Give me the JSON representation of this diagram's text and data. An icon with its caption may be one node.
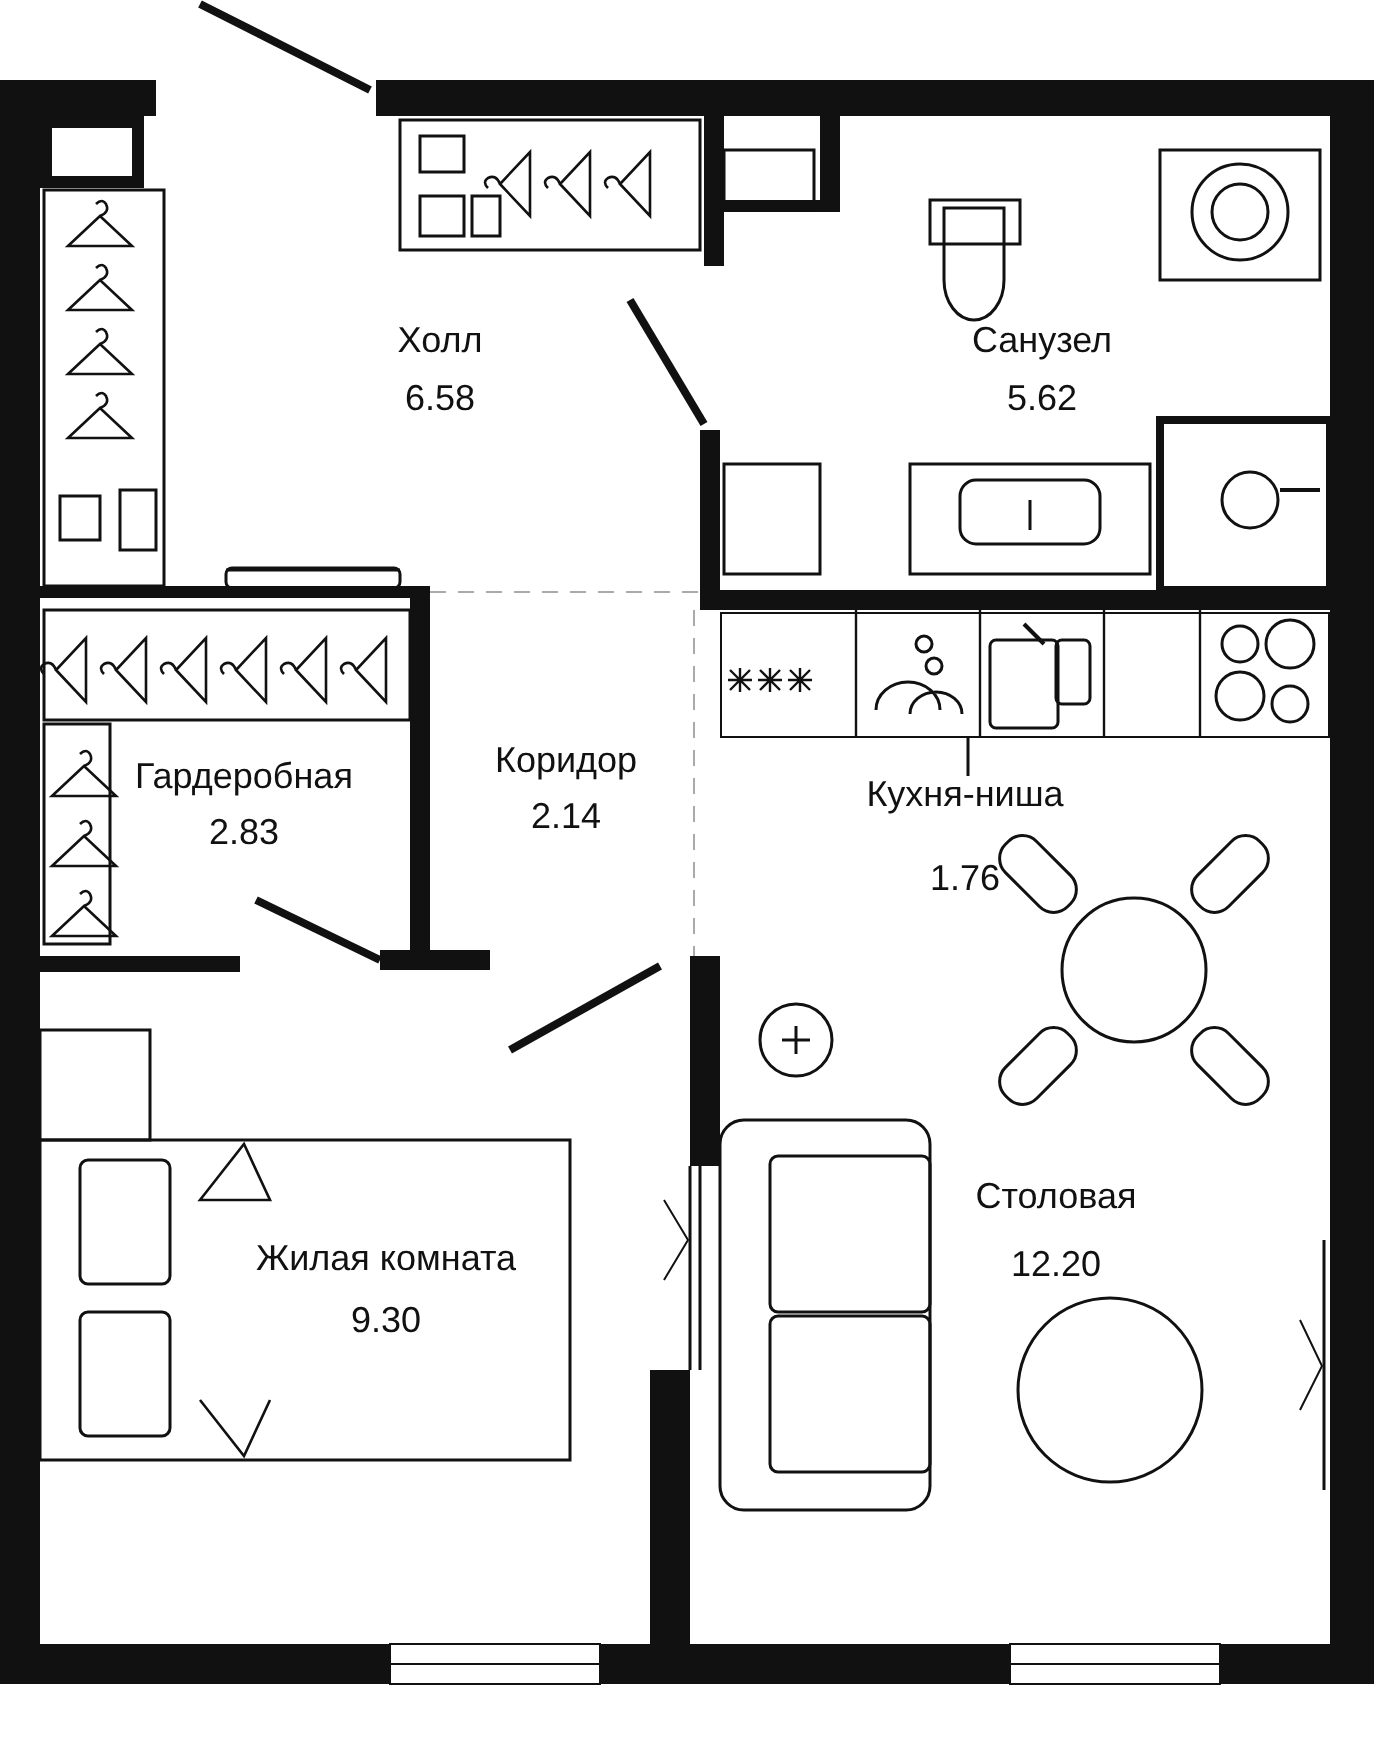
{
  "diagram": {
    "nodes": [
      {
        "text": [
          "Кухня-ниша",
          "1.76"
        ]
      },
      {
        "text": [],
        "shape": "box"
      }
    ],
    "edges": [
      {
        "from": 0,
        "to": 1,
        "arrow": "none"
      }
    ],
    "labels": [
      "Холл",
      "6.58",
      "Санузел",
      "5.62",
      "Гардеробная",
      "2.83",
      "Коридор",
      "2.14",
      "Жилая комната",
      "9.30",
      "Столовая",
      "12.20"
    ]
  }
}
